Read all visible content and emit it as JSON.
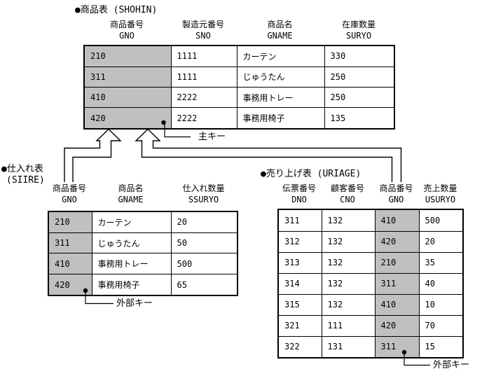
{
  "colors": {
    "key_column_fill": "#c0c0c0",
    "line": "#000000",
    "background": "#ffffff"
  },
  "shohin": {
    "title": "●商品表 (SHOHIN)",
    "headers": [
      {
        "jp": "商品番号",
        "en": "GNO"
      },
      {
        "jp": "製造元番号",
        "en": "SNO"
      },
      {
        "jp": "商品名",
        "en": "GNAME"
      },
      {
        "jp": "在庫数量",
        "en": "SURYO"
      }
    ],
    "rows": [
      [
        "210",
        "1111",
        "カーテン",
        "330"
      ],
      [
        "311",
        "1111",
        "じゅうたん",
        "250"
      ],
      [
        "410",
        "2222",
        "事務用トレー",
        "250"
      ],
      [
        "420",
        "2222",
        "事務用椅子",
        "135"
      ]
    ]
  },
  "siire": {
    "title_line1": "●仕入れ表",
    "title_line2": "(SIIRE)",
    "headers": [
      {
        "jp": "商品番号",
        "en": "GNO"
      },
      {
        "jp": "商品名",
        "en": "GNAME"
      },
      {
        "jp": "仕入れ数量",
        "en": "SSURYO"
      }
    ],
    "rows": [
      [
        "210",
        "カーテン",
        "20"
      ],
      [
        "311",
        "じゅうたん",
        "50"
      ],
      [
        "410",
        "事務用トレー",
        "500"
      ],
      [
        "420",
        "事務用椅子",
        "65"
      ]
    ]
  },
  "uriage": {
    "title": "●売り上げ表 (URIAGE)",
    "headers": [
      {
        "jp": "伝票番号",
        "en": "DNO"
      },
      {
        "jp": "顧客番号",
        "en": "CNO"
      },
      {
        "jp": "商品番号",
        "en": "GNO"
      },
      {
        "jp": "売上数量",
        "en": "USURYO"
      }
    ],
    "rows": [
      [
        "311",
        "132",
        "410",
        "500"
      ],
      [
        "312",
        "132",
        "420",
        "20"
      ],
      [
        "313",
        "132",
        "210",
        "35"
      ],
      [
        "314",
        "132",
        "311",
        "40"
      ],
      [
        "315",
        "132",
        "410",
        "10"
      ],
      [
        "321",
        "111",
        "420",
        "70"
      ],
      [
        "322",
        "131",
        "311",
        "15"
      ]
    ]
  },
  "annotations": {
    "primary_key": "主キー",
    "foreign_key_siire": "外部キー",
    "foreign_key_uriage": "外部キー"
  }
}
